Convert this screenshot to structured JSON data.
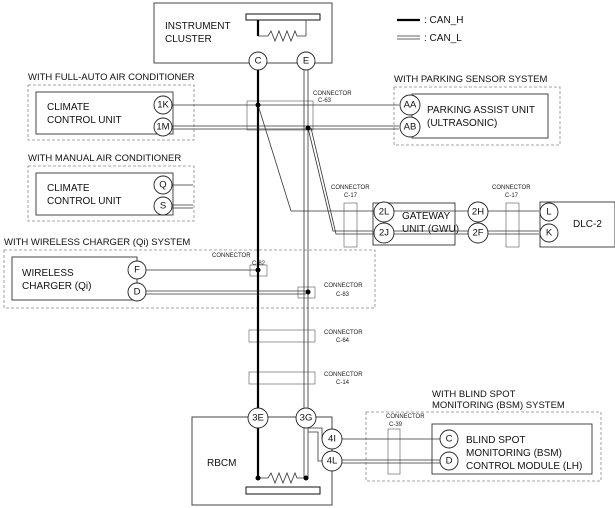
{
  "legend": {
    "can_h": ": CAN_H",
    "can_l": ": CAN_L"
  },
  "modules": {
    "instrument_cluster": [
      "INSTRUMENT",
      "CLUSTER"
    ],
    "climate_full": [
      "CLIMATE",
      "CONTROL UNIT"
    ],
    "climate_manual": [
      "CLIMATE",
      "CONTROL UNIT"
    ],
    "wireless_charger": [
      "WIRELESS",
      "CHARGER (Qi)"
    ],
    "parking_assist": [
      "PARKING ASSIST UNIT",
      "(ULTRASONIC)"
    ],
    "gateway": [
      "GATEWAY",
      "UNIT (GWU)"
    ],
    "dlc": "DLC-2",
    "rbcm": "RBCM",
    "bsm": [
      "BLIND SPOT",
      "MONITORING (BSM)",
      "CONTROL MODULE (LH)"
    ]
  },
  "sections": {
    "full_auto_ac": "WITH FULL-AUTO AIR CONDITIONER",
    "manual_ac": "WITH MANUAL AIR CONDITIONER",
    "wireless_charger": "WITH WIRELESS CHARGER (Qi) SYSTEM",
    "parking_sensor": "WITH PARKING SENSOR SYSTEM",
    "bsm": [
      "WITH BLIND SPOT",
      "MONITORING (BSM) SYSTEM"
    ]
  },
  "pins": {
    "ic_c": "C",
    "ic_e": "E",
    "climate_1k": "1K",
    "climate_1m": "1M",
    "manual_q": "Q",
    "manual_s": "S",
    "wc_f": "F",
    "wc_d": "D",
    "pa_aa": "AA",
    "pa_ab": "AB",
    "gw_2l": "2L",
    "gw_2j": "2J",
    "gw_2h": "2H",
    "gw_2f": "2F",
    "dlc_l": "L",
    "dlc_k": "K",
    "rbcm_3e": "3E",
    "rbcm_3g": "3G",
    "rbcm_4i": "4I",
    "rbcm_4l": "4L",
    "bsm_c": "C",
    "bsm_d": "D"
  },
  "connectors": {
    "c63": [
      "CONNECTOR",
      "C-63"
    ],
    "c17a": [
      "CONNECTOR",
      "C-17"
    ],
    "c17b": [
      "CONNECTOR",
      "C-17"
    ],
    "c82": [
      "CONNECTOR",
      "C-82"
    ],
    "c83": [
      "CONNECTOR",
      "C-83"
    ],
    "c64": [
      "CONNECTOR",
      "C-64"
    ],
    "c14": [
      "CONNECTOR",
      "C-14"
    ],
    "c39": [
      "CONNECTOR",
      "C-39"
    ]
  }
}
